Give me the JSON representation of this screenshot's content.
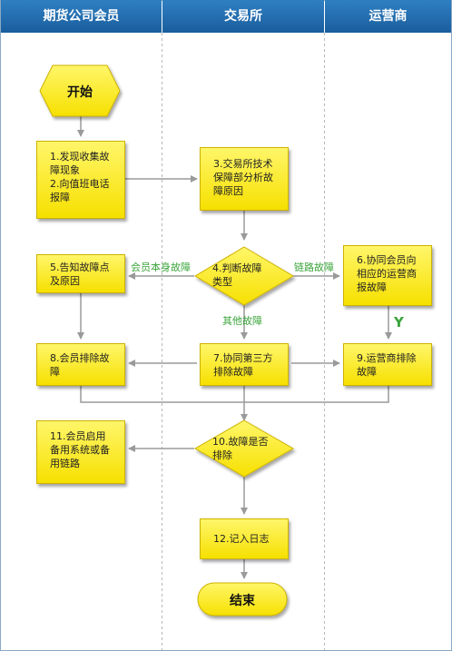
{
  "lanes": [
    "期货公司会员",
    "交易所",
    "运营商"
  ],
  "nodes": {
    "start": "开始",
    "n1": "1.发现收集故\n障现象\n2.向值班电话\n报障",
    "n3": "3.交易所技术\n保障部分析故\n障原因",
    "n4": "4.判断故障\n类型",
    "n5": "5.告知故障点\n及原因",
    "n6": "6.协同会员向\n相应的运营商\n报故障",
    "n7": "7.协同第三方\n排除故障",
    "n8": "8.会员排除故障",
    "n9": "9.运营商排除\n故障",
    "n10": "10.故障是否\n排除",
    "n11": "11.会员启用\n备用系统或备\n用链路",
    "n12": "12.记入日志",
    "end": "结束"
  },
  "edge_labels": {
    "member_fault": "会员本身故障",
    "link_fault": "链路故障",
    "other_fault": "其他故障",
    "yes": "Y"
  },
  "colors": {
    "header": "#1a5e9e",
    "node_fill": "#f6e000",
    "arrow": "#9a9a9a",
    "edge_label": "#3aa43a"
  }
}
